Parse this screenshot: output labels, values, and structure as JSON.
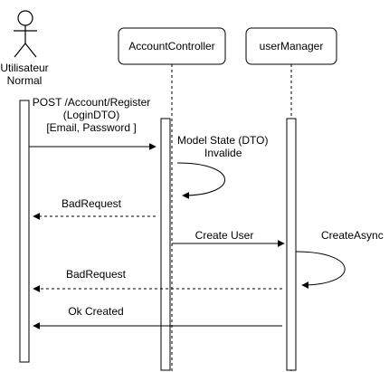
{
  "colors": {
    "stroke": "#000000",
    "fill": "#ffffff"
  },
  "actors": {
    "user": {
      "line1": "Utilisateur",
      "line2": "Normal"
    }
  },
  "participants": {
    "controller": {
      "label": "AccountController"
    },
    "manager": {
      "label": "userManager"
    }
  },
  "messages": {
    "register": {
      "line1": "POST /Account/Register",
      "line2": "(LoginDTO)",
      "line3": "[Email, Password ]"
    },
    "model_state": {
      "line1": "Model State (DTO)",
      "line2": "Invalide"
    },
    "bad_request_1": {
      "label": "BadRequest"
    },
    "create_user": {
      "label": "Create User"
    },
    "create_async": {
      "label": "CreateAsync"
    },
    "bad_request_2": {
      "label": "BadRequest"
    },
    "ok_created": {
      "label": "Ok Created"
    }
  }
}
